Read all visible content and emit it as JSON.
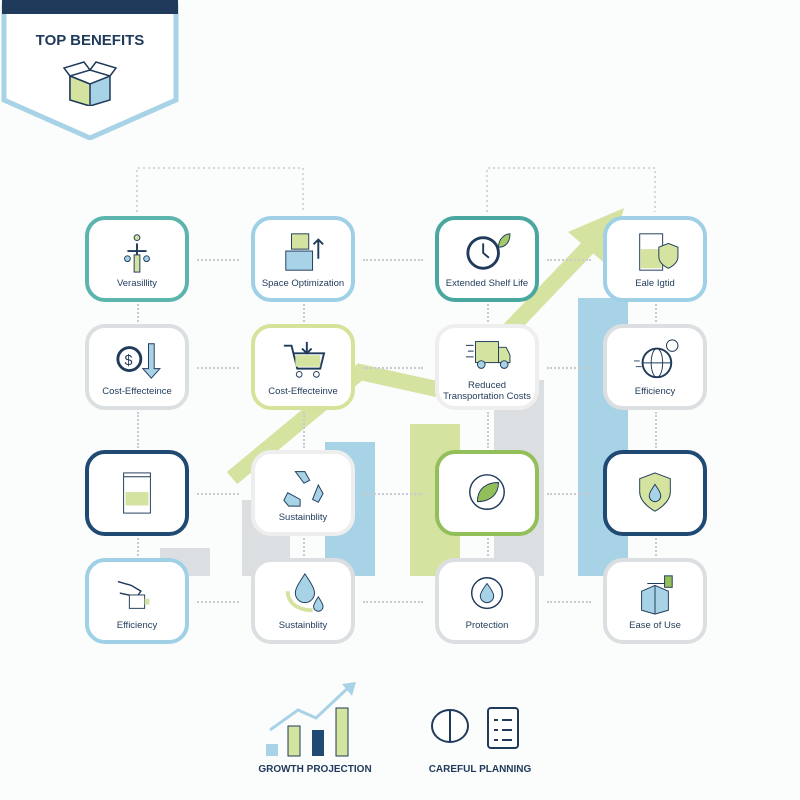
{
  "banner": {
    "title": "TOP BENEFITS",
    "icon": "open-box-icon"
  },
  "cards": [
    {
      "label": "Verasillity",
      "icon": "tree-drops-icon",
      "border": "#5bb5ad"
    },
    {
      "label": "Space Optimization",
      "icon": "stacked-boxes-icon",
      "border": "#9fd0e6"
    },
    {
      "label": "Extended Shelf Life",
      "icon": "clock-leaf-icon",
      "border": "#4aa7a0"
    },
    {
      "label": "Eale Igtid",
      "icon": "bag-shield-icon",
      "border": "#9fd0e6"
    },
    {
      "label": "Cost-Effecteince",
      "icon": "dollar-down-icon",
      "border": "#dcdfe2"
    },
    {
      "label": "Cost-Effecteinve",
      "icon": "cart-icon",
      "border": "#d5e39a"
    },
    {
      "label": "Reduced Transportation Costs",
      "icon": "truck-icon",
      "border": "#eeeeee"
    },
    {
      "label": "Efficiency",
      "icon": "globe-icon",
      "border": "#dcdfe2"
    },
    {
      "label": "",
      "icon": "pouch-icon",
      "border": "#1f4a73"
    },
    {
      "label": "Sustainblity",
      "icon": "recycle-icon",
      "border": "#eeeeee"
    },
    {
      "label": "",
      "icon": "leaf-cycle-icon",
      "border": "#93bf5a"
    },
    {
      "label": "",
      "icon": "shield-drop-icon",
      "border": "#1f4a73"
    },
    {
      "label": "Efficiency",
      "icon": "hand-package-icon",
      "border": "#9fd0e6"
    },
    {
      "label": "Sustainblity",
      "icon": "drops-arrow-icon",
      "border": "#dcdfe2"
    },
    {
      "label": "Protection",
      "icon": "drop-cycle-icon",
      "border": "#dcdfe2"
    },
    {
      "label": "Ease of Use",
      "icon": "box-hand-icon",
      "border": "#dcdfe2"
    }
  ],
  "footer": [
    {
      "label": "GROWTH PROJECTION",
      "icon": "growth-chart-icon"
    },
    {
      "label": "CAREFUL PLANNING",
      "icon": "brain-checklist-icon"
    }
  ],
  "colors": {
    "navy": "#1f3a5a",
    "green": "#cfe09a",
    "blue": "#a8d3e6",
    "grey": "#dcdfe2"
  }
}
